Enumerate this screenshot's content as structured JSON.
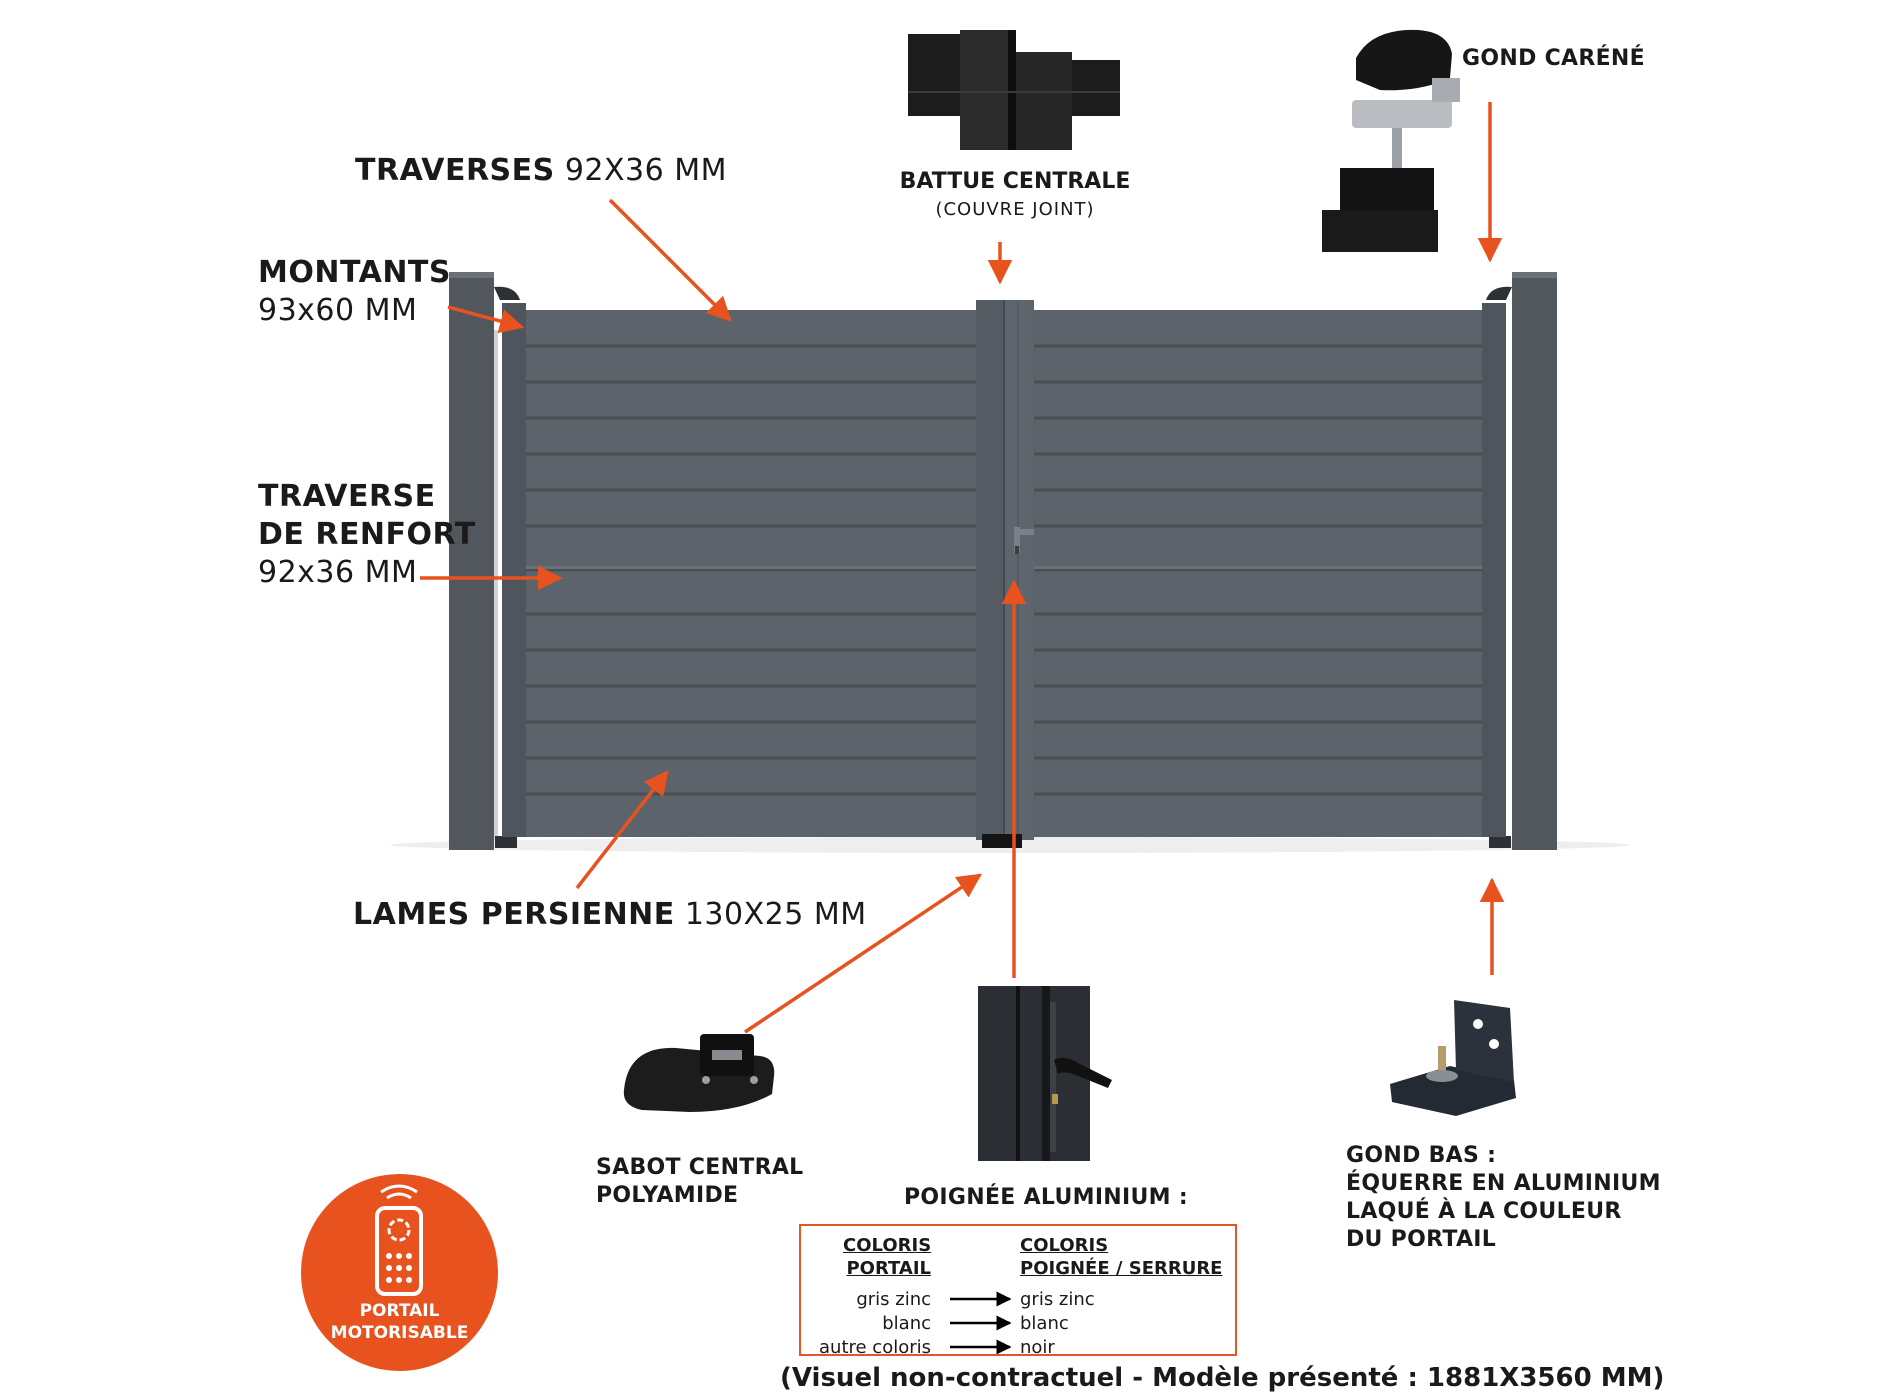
{
  "labels": {
    "traverses": {
      "title": "TRAVERSES",
      "dim": "92X36 MM"
    },
    "montants": {
      "title": "MONTANTS",
      "dim": "93x60 MM"
    },
    "traverse_renfort": {
      "line1": "TRAVERSE",
      "line2": "DE RENFORT",
      "dim": "92x36 MM"
    },
    "lames": {
      "title": "LAMES PERSIENNE",
      "dim": "130X25 MM"
    },
    "battue": {
      "title": "BATTUE CENTRALE",
      "sub": "(COUVRE JOINT)"
    },
    "gond_carene": "GOND CARÉNÉ",
    "sabot": {
      "line1": "SABOT CENTRAL",
      "line2": "POLYAMIDE"
    },
    "poignee": "POIGNÉE ALUMINIUM :",
    "gond_bas": {
      "line1": "GOND BAS :",
      "line2": "ÉQUERRE EN ALUMINIUM",
      "line3": "LAQUÉ À LA COULEUR",
      "line4": "DU PORTAIL"
    }
  },
  "color_table": {
    "header_left": {
      "line1": "COLORIS",
      "line2": "PORTAIL"
    },
    "header_right": {
      "line1": "COLORIS",
      "line2": "POIGNÉE / SERRURE"
    },
    "rows": [
      {
        "portail": "gris zinc",
        "poignee": "gris zinc"
      },
      {
        "portail": "blanc",
        "poignee": "blanc"
      },
      {
        "portail": "autre coloris",
        "poignee": "noir"
      }
    ]
  },
  "badge": {
    "line1": "PORTAIL",
    "line2": "MOTORISABLE"
  },
  "footer": "(Visuel non-contractuel - Modèle présenté : 1881X3560 MM)",
  "colors": {
    "accent": "#e8521f",
    "gate": "#5d636b",
    "gate_dark": "#4a4f56",
    "post": "#52575e"
  },
  "icons": [
    "remote-control-icon",
    "arrow-right-icon"
  ]
}
